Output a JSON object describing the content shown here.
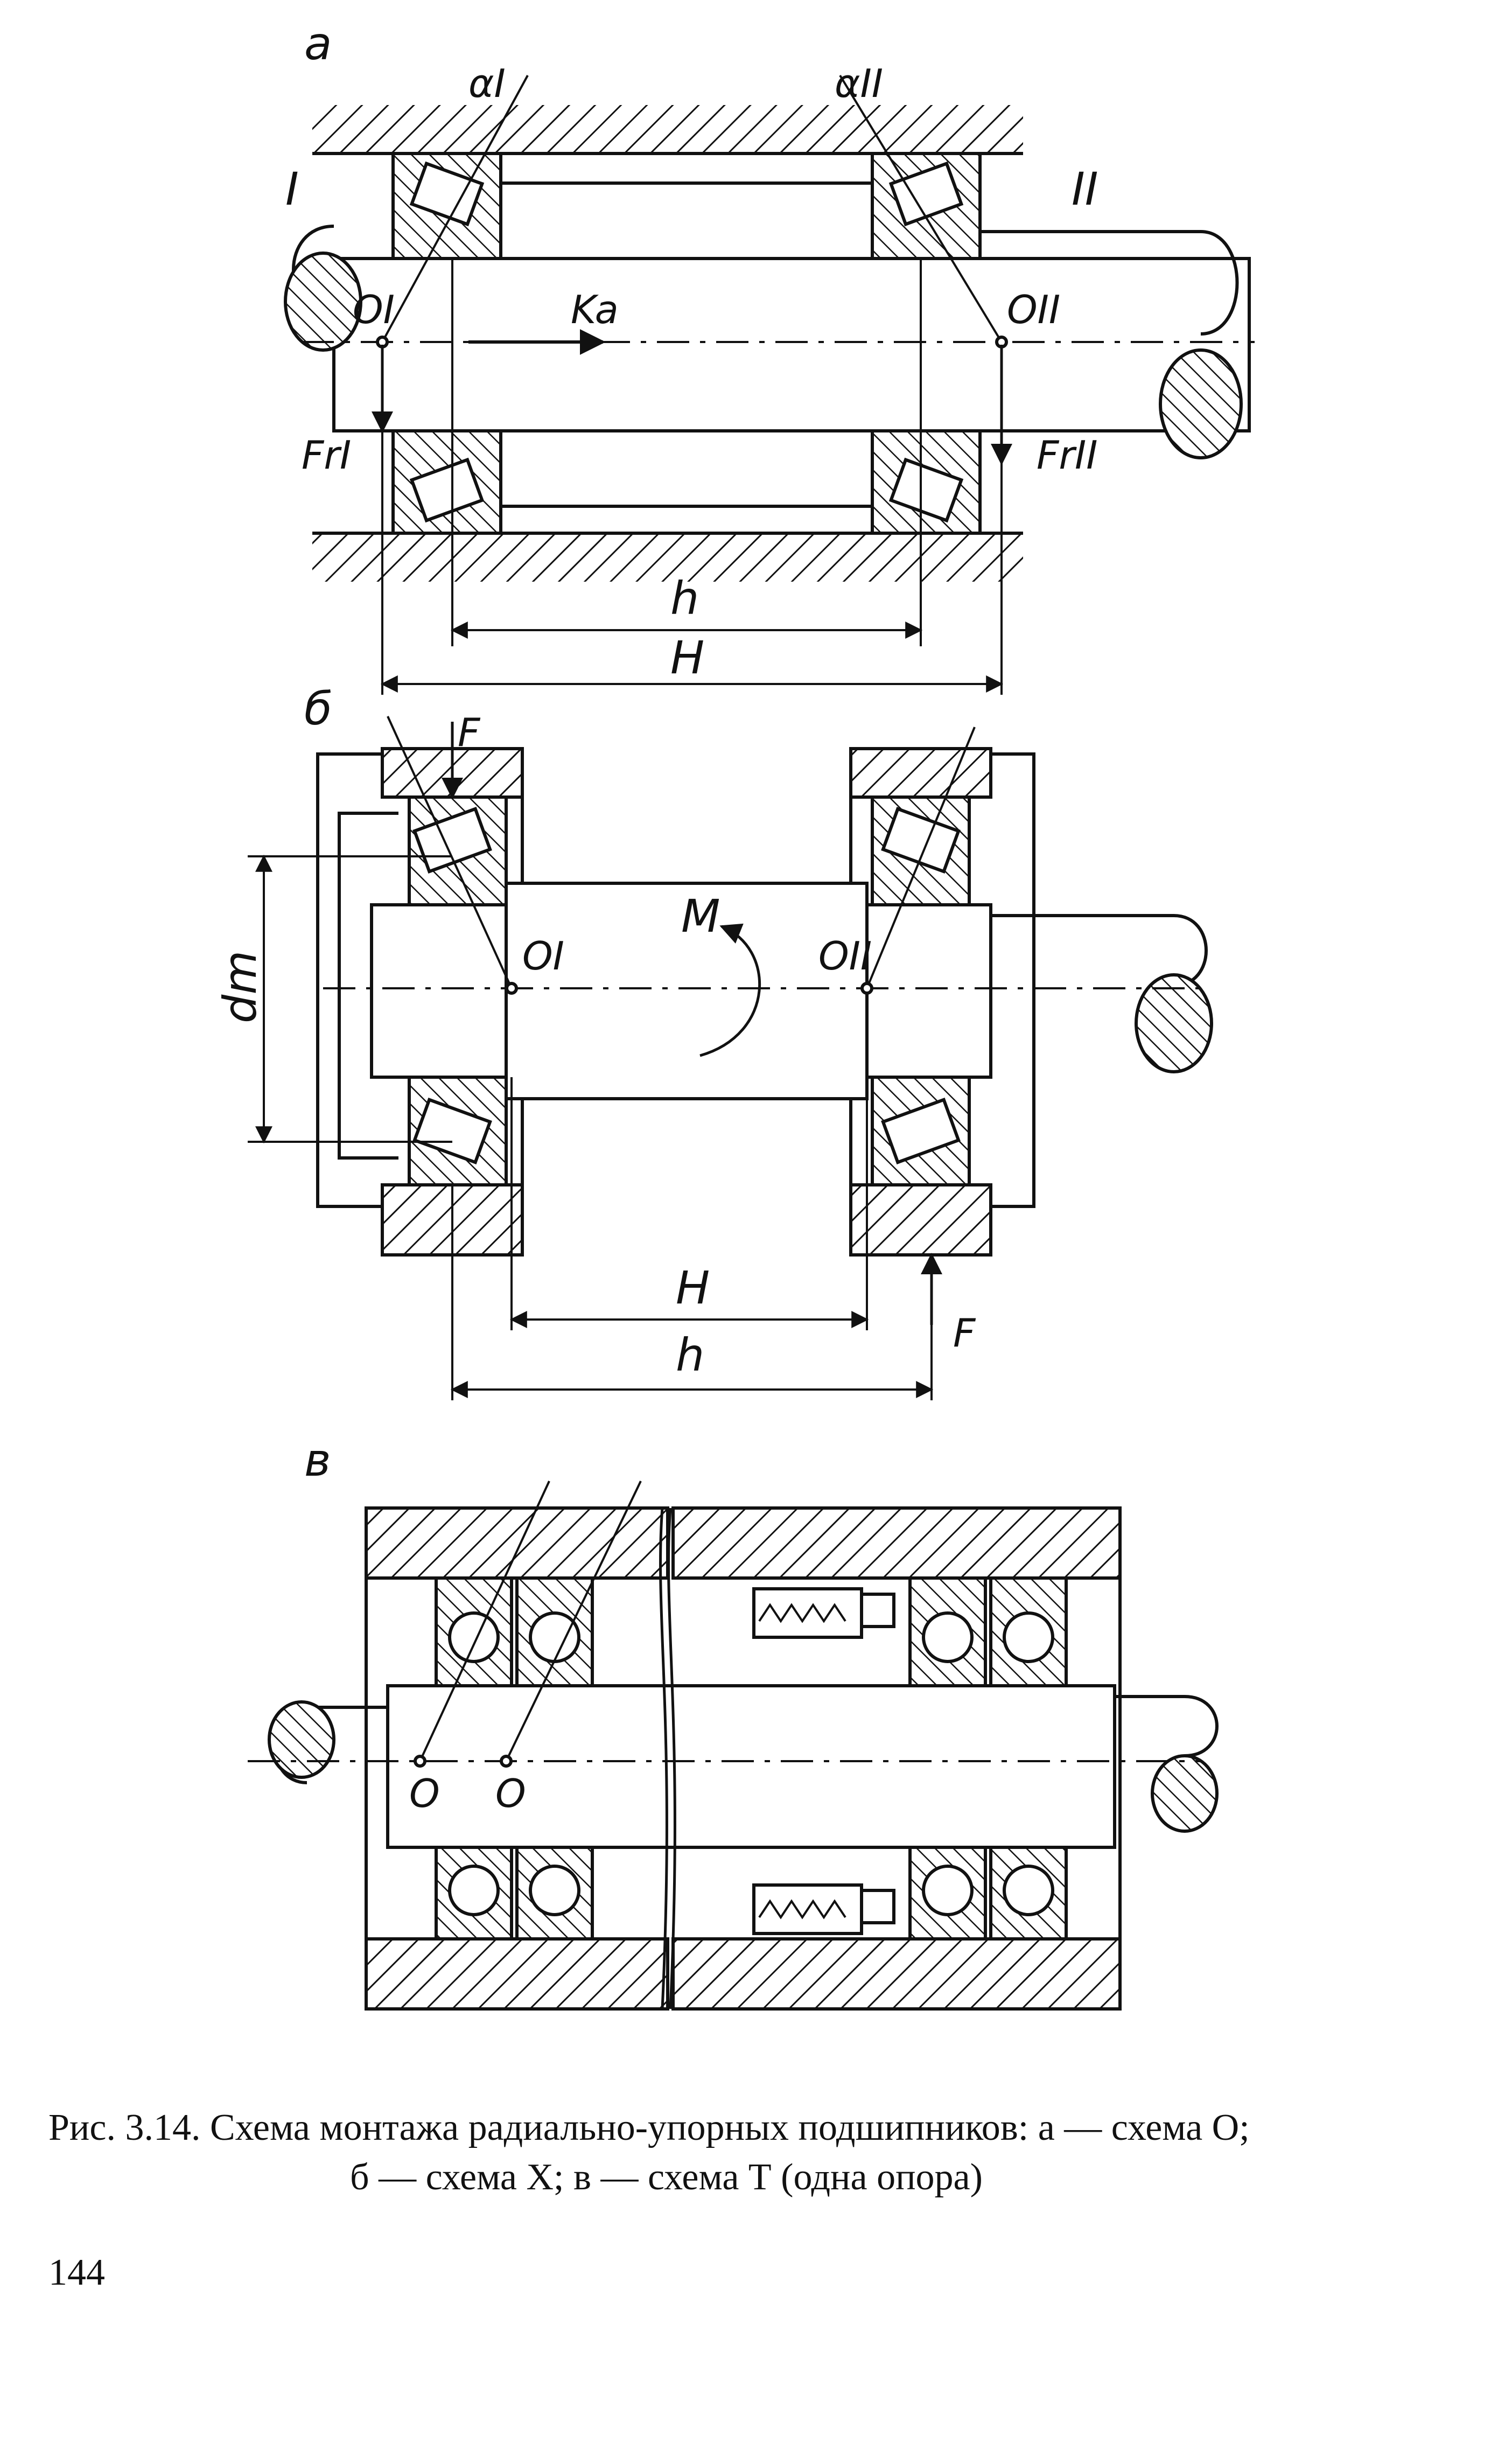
{
  "figure": {
    "panel_a": {
      "letter": "а",
      "angle_left": "αI",
      "angle_right": "αII",
      "support_left": "I",
      "support_right": "II",
      "center_left": "OI",
      "center_right": "OII",
      "axial_force": "Ka",
      "radial_left": "FrI",
      "radial_right": "FrII",
      "dim_inner": "h",
      "dim_outer": "H"
    },
    "panel_b": {
      "letter": "б",
      "force_top": "F",
      "force_bottom": "F",
      "moment": "M",
      "center_left": "OI",
      "center_right": "OII",
      "pitch_diameter": "dm",
      "dim_inner": "H",
      "dim_outer": "h"
    },
    "panel_c": {
      "letter": "в",
      "center_1": "O",
      "center_2": "O"
    }
  },
  "caption": {
    "line1": "Рис. 3.14. Схема монтажа радиально-упорных подшипников: а — схема О;",
    "line2": "б — схема X; в — схема Т (одна опора)"
  },
  "page_number": "144"
}
